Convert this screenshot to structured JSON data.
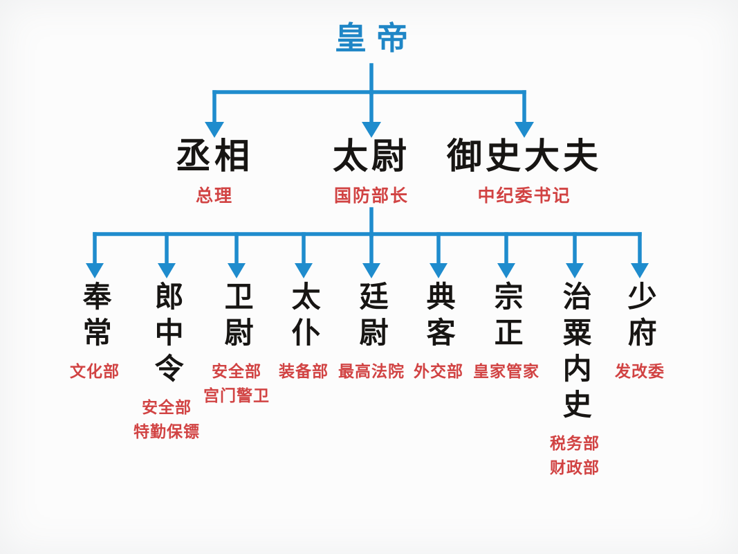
{
  "diagram": {
    "title_note": "Qin-Han dynasty three lords and nine ministers org chart",
    "root": {
      "title": "皇帝"
    },
    "level2": [
      {
        "title": "丞相",
        "subtitle": "总理"
      },
      {
        "title": "太尉",
        "subtitle": "国防部长"
      },
      {
        "title": "御史大夫",
        "subtitle": "中纪委书记"
      }
    ],
    "level3": [
      {
        "title": "奉常",
        "subtitles": [
          "文化部"
        ]
      },
      {
        "title": "郎中令",
        "subtitles": [
          "安全部",
          "特勤保镖"
        ]
      },
      {
        "title": "卫尉",
        "subtitles": [
          "安全部",
          "宫门警卫"
        ]
      },
      {
        "title": "太仆",
        "subtitles": [
          "装备部"
        ]
      },
      {
        "title": "廷尉",
        "subtitles": [
          "最高法院"
        ]
      },
      {
        "title": "典客",
        "subtitles": [
          "外交部"
        ]
      },
      {
        "title": "宗正",
        "subtitles": [
          "皇家管家"
        ]
      },
      {
        "title": "治粟内史",
        "subtitles": [
          "税务部",
          "财政部"
        ]
      },
      {
        "title": "少府",
        "subtitles": [
          "发改委"
        ]
      }
    ],
    "colors": {
      "connector_blue": "#1f8ccd",
      "title_black": "#171513",
      "annotation_red": "#d14343",
      "background": "#fcfcfc"
    }
  }
}
